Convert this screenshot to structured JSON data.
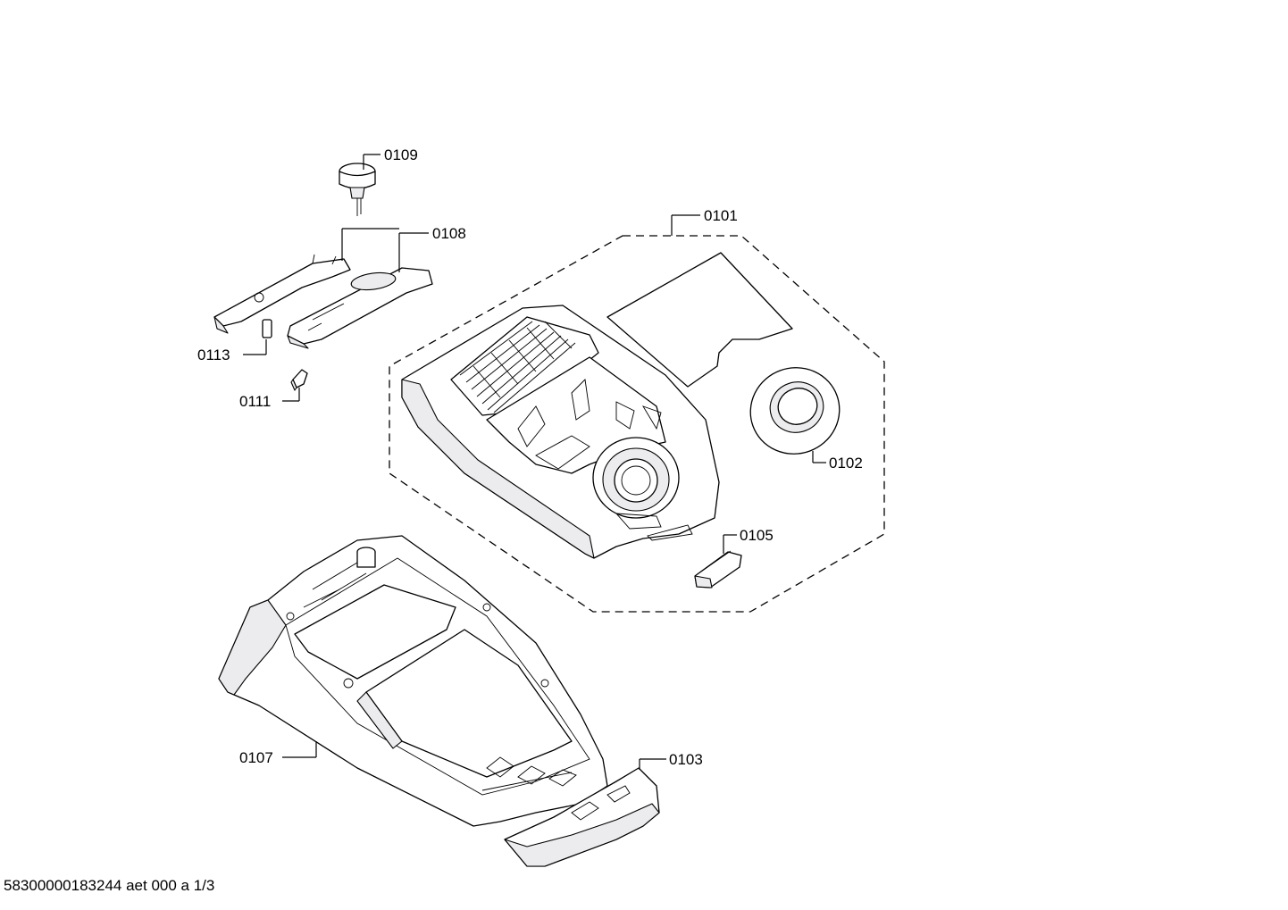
{
  "colors": {
    "line": "#000000",
    "background": "#ffffff",
    "shade": "#ececee"
  },
  "parts": {
    "p0101": "0101",
    "p0102": "0102",
    "p0103": "0103",
    "p0105": "0105",
    "p0107": "0107",
    "p0108": "0108",
    "p0109": "0109",
    "p0111": "0111",
    "p0113": "0113"
  },
  "footer": {
    "document_id": "58300000183244 aet 000 a 1/3"
  }
}
